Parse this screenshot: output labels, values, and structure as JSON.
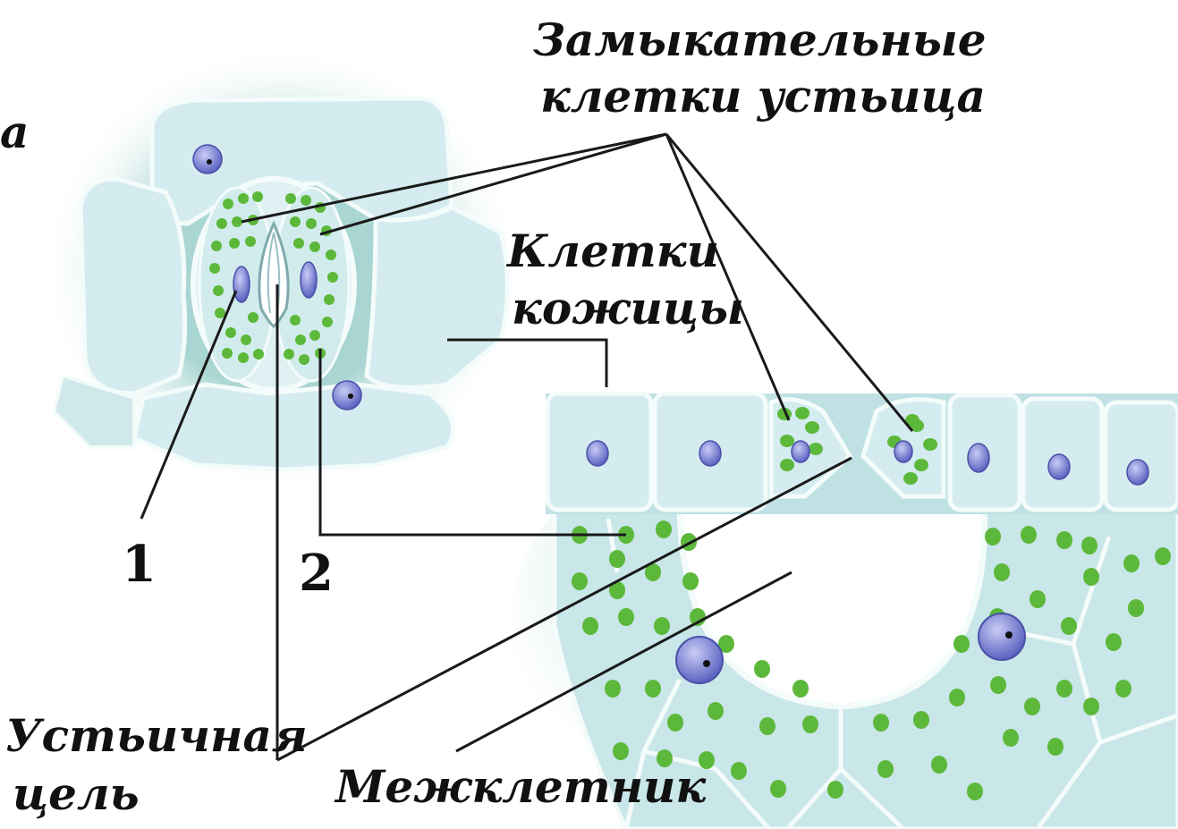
{
  "labels": {
    "guard_cells_line1": "Замыкательные",
    "guard_cells_line2": "клетки устьица",
    "epidermis_line1": "Клетки",
    "epidermis_line2": "кожицы",
    "stomatal_pore_line1": "Устьичная",
    "stomatal_pore_line2": "цель",
    "intercellular_space": "Межклетник",
    "number_1": "1",
    "number_2": "2",
    "edge_fragment": "а"
  },
  "colors": {
    "background": "#ffffff",
    "cell_fill": "#d4ecef",
    "cell_fill_light": "#e6f4f5",
    "outer_glow": "#a9d6d2",
    "wall": "#f4fbfb",
    "chloroplast": "#5cb83a",
    "nucleus": "#6b72c9",
    "label_text": "#111111",
    "leader_line": "#1a1a1a"
  }
}
